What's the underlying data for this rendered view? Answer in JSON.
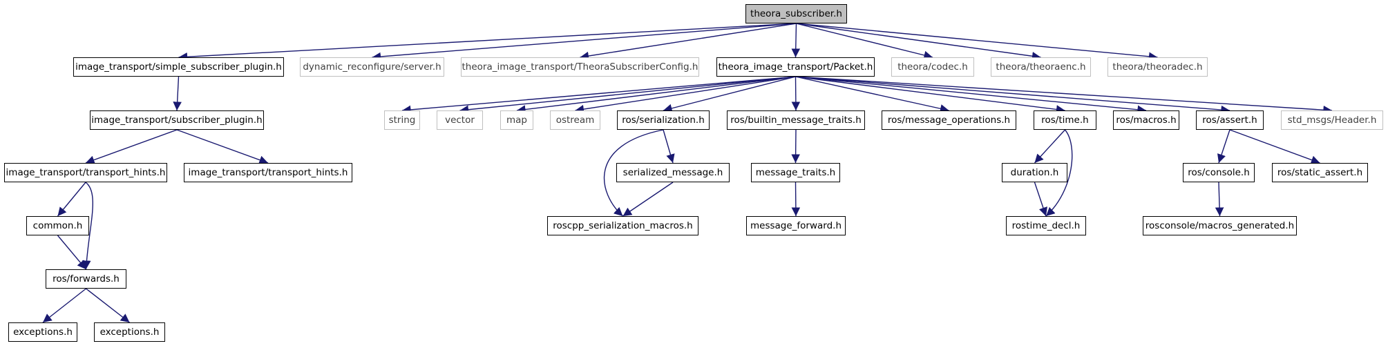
{
  "colors": {
    "edge": "#191970",
    "border": "#000000",
    "external_border": "#bfbfbf",
    "root_fill": "#bfbfbf"
  },
  "nodes": {
    "root": {
      "label": "theora_subscriber.h",
      "kind": "root"
    },
    "simple_plugin": {
      "label": "image_transport/simple_subscriber_plugin.h",
      "kind": "doc"
    },
    "dyn_server": {
      "label": "dynamic_reconfigure/server.h",
      "kind": "external"
    },
    "config": {
      "label": "theora_image_transport/TheoraSubscriberConfig.h",
      "kind": "external"
    },
    "packet": {
      "label": "theora_image_transport/Packet.h",
      "kind": "doc"
    },
    "codec": {
      "label": "theora/codec.h",
      "kind": "external"
    },
    "theoraenc": {
      "label": "theora/theoraenc.h",
      "kind": "external"
    },
    "theoradec": {
      "label": "theora/theoradec.h",
      "kind": "external"
    },
    "sub_plugin": {
      "label": "image_transport/subscriber_plugin.h",
      "kind": "doc"
    },
    "hints1": {
      "label": "image_transport/transport_hints.h",
      "kind": "doc"
    },
    "hints2": {
      "label": "image_transport/transport_hints.h",
      "kind": "doc"
    },
    "common": {
      "label": "common.h",
      "kind": "doc"
    },
    "forwards": {
      "label": "ros/forwards.h",
      "kind": "doc"
    },
    "exc1": {
      "label": "exceptions.h",
      "kind": "doc"
    },
    "exc2": {
      "label": "exceptions.h",
      "kind": "doc"
    },
    "string": {
      "label": "string",
      "kind": "external"
    },
    "vector": {
      "label": "vector",
      "kind": "external"
    },
    "map": {
      "label": "map",
      "kind": "external"
    },
    "ostream": {
      "label": "ostream",
      "kind": "external"
    },
    "serialization": {
      "label": "ros/serialization.h",
      "kind": "doc"
    },
    "builtin": {
      "label": "ros/builtin_message_traits.h",
      "kind": "doc"
    },
    "msgops": {
      "label": "ros/message_operations.h",
      "kind": "doc"
    },
    "time": {
      "label": "ros/time.h",
      "kind": "doc"
    },
    "macros": {
      "label": "ros/macros.h",
      "kind": "doc"
    },
    "assert": {
      "label": "ros/assert.h",
      "kind": "doc"
    },
    "header": {
      "label": "std_msgs/Header.h",
      "kind": "external"
    },
    "serialized": {
      "label": "serialized_message.h",
      "kind": "doc"
    },
    "roscpp_macros": {
      "label": "roscpp_serialization_macros.h",
      "kind": "doc"
    },
    "msg_traits": {
      "label": "message_traits.h",
      "kind": "doc"
    },
    "msg_forward": {
      "label": "message_forward.h",
      "kind": "doc"
    },
    "duration": {
      "label": "duration.h",
      "kind": "doc"
    },
    "rostime_decl": {
      "label": "rostime_decl.h",
      "kind": "doc"
    },
    "console": {
      "label": "ros/console.h",
      "kind": "doc"
    },
    "static_assert": {
      "label": "ros/static_assert.h",
      "kind": "doc"
    },
    "macros_gen": {
      "label": "rosconsole/macros_generated.h",
      "kind": "doc"
    }
  },
  "edges": [
    [
      "root",
      "simple_plugin"
    ],
    [
      "root",
      "dyn_server"
    ],
    [
      "root",
      "config"
    ],
    [
      "root",
      "packet"
    ],
    [
      "root",
      "codec"
    ],
    [
      "root",
      "theoraenc"
    ],
    [
      "root",
      "theoradec"
    ],
    [
      "simple_plugin",
      "sub_plugin"
    ],
    [
      "sub_plugin",
      "hints1"
    ],
    [
      "sub_plugin",
      "hints2"
    ],
    [
      "hints1",
      "common"
    ],
    [
      "hints1",
      "forwards"
    ],
    [
      "common",
      "forwards"
    ],
    [
      "forwards",
      "exc1"
    ],
    [
      "forwards",
      "exc2"
    ],
    [
      "packet",
      "string"
    ],
    [
      "packet",
      "vector"
    ],
    [
      "packet",
      "map"
    ],
    [
      "packet",
      "ostream"
    ],
    [
      "packet",
      "serialization"
    ],
    [
      "packet",
      "builtin"
    ],
    [
      "packet",
      "msgops"
    ],
    [
      "packet",
      "time"
    ],
    [
      "packet",
      "macros"
    ],
    [
      "packet",
      "assert"
    ],
    [
      "packet",
      "header"
    ],
    [
      "serialization",
      "serialized"
    ],
    [
      "serialization",
      "roscpp_macros"
    ],
    [
      "serialized",
      "roscpp_macros"
    ],
    [
      "builtin",
      "msg_traits"
    ],
    [
      "msg_traits",
      "msg_forward"
    ],
    [
      "time",
      "duration"
    ],
    [
      "time",
      "rostime_decl"
    ],
    [
      "duration",
      "rostime_decl"
    ],
    [
      "assert",
      "console"
    ],
    [
      "assert",
      "static_assert"
    ],
    [
      "console",
      "macros_gen"
    ]
  ]
}
